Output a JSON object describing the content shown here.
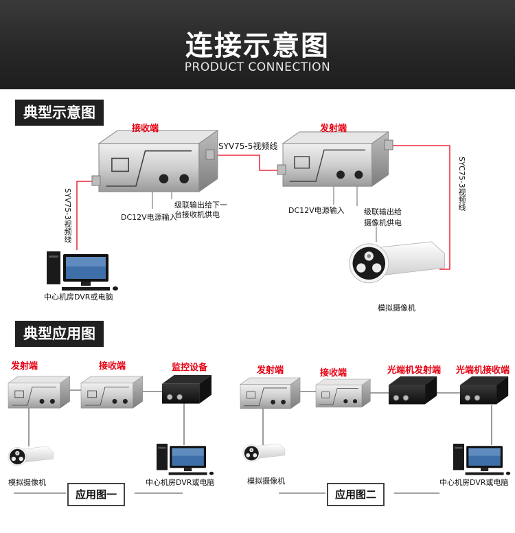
{
  "header": {
    "title": "连接示意图",
    "subtitle": "PRODUCT CONNECTION"
  },
  "section1": {
    "title": "典型示意图",
    "receiver_label": "接收端",
    "transmitter_label": "发射端",
    "cable_top": "SYV75-5视频线",
    "cable_left": "SYV75-3视频线",
    "cable_right": "SYC75-3视频线",
    "dc_left": "DC12V电源输入",
    "dc_right": "DC12V电源输入",
    "cascade_1": "级联输出给下一",
    "cascade_2": "台接收机供电",
    "camera_power_1": "级联输出给",
    "camera_power_2": "摄像机供电",
    "pc_label": "中心机房DVR或电脑",
    "camera_label": "模拟摄像机"
  },
  "section2": {
    "title": "典型应用图",
    "app1": {
      "tx": "发射端",
      "rx": "接收端",
      "monitor": "监控设备",
      "camera": "模拟摄像机",
      "pc": "中心机房DVR或电脑",
      "caption": "应用图一"
    },
    "app2": {
      "tx": "发射端",
      "rx": "接收端",
      "fiber_tx": "光端机发射端",
      "fiber_rx": "光端机接收端",
      "camera": "模拟摄像机",
      "pc": "中心机房DVR或电脑",
      "caption": "应用图二"
    }
  },
  "colors": {
    "accent_red": "#e60012",
    "header_bg": "#2a2a2a",
    "device_silver": "#c8c8c8",
    "device_black": "#1a1a1a"
  }
}
